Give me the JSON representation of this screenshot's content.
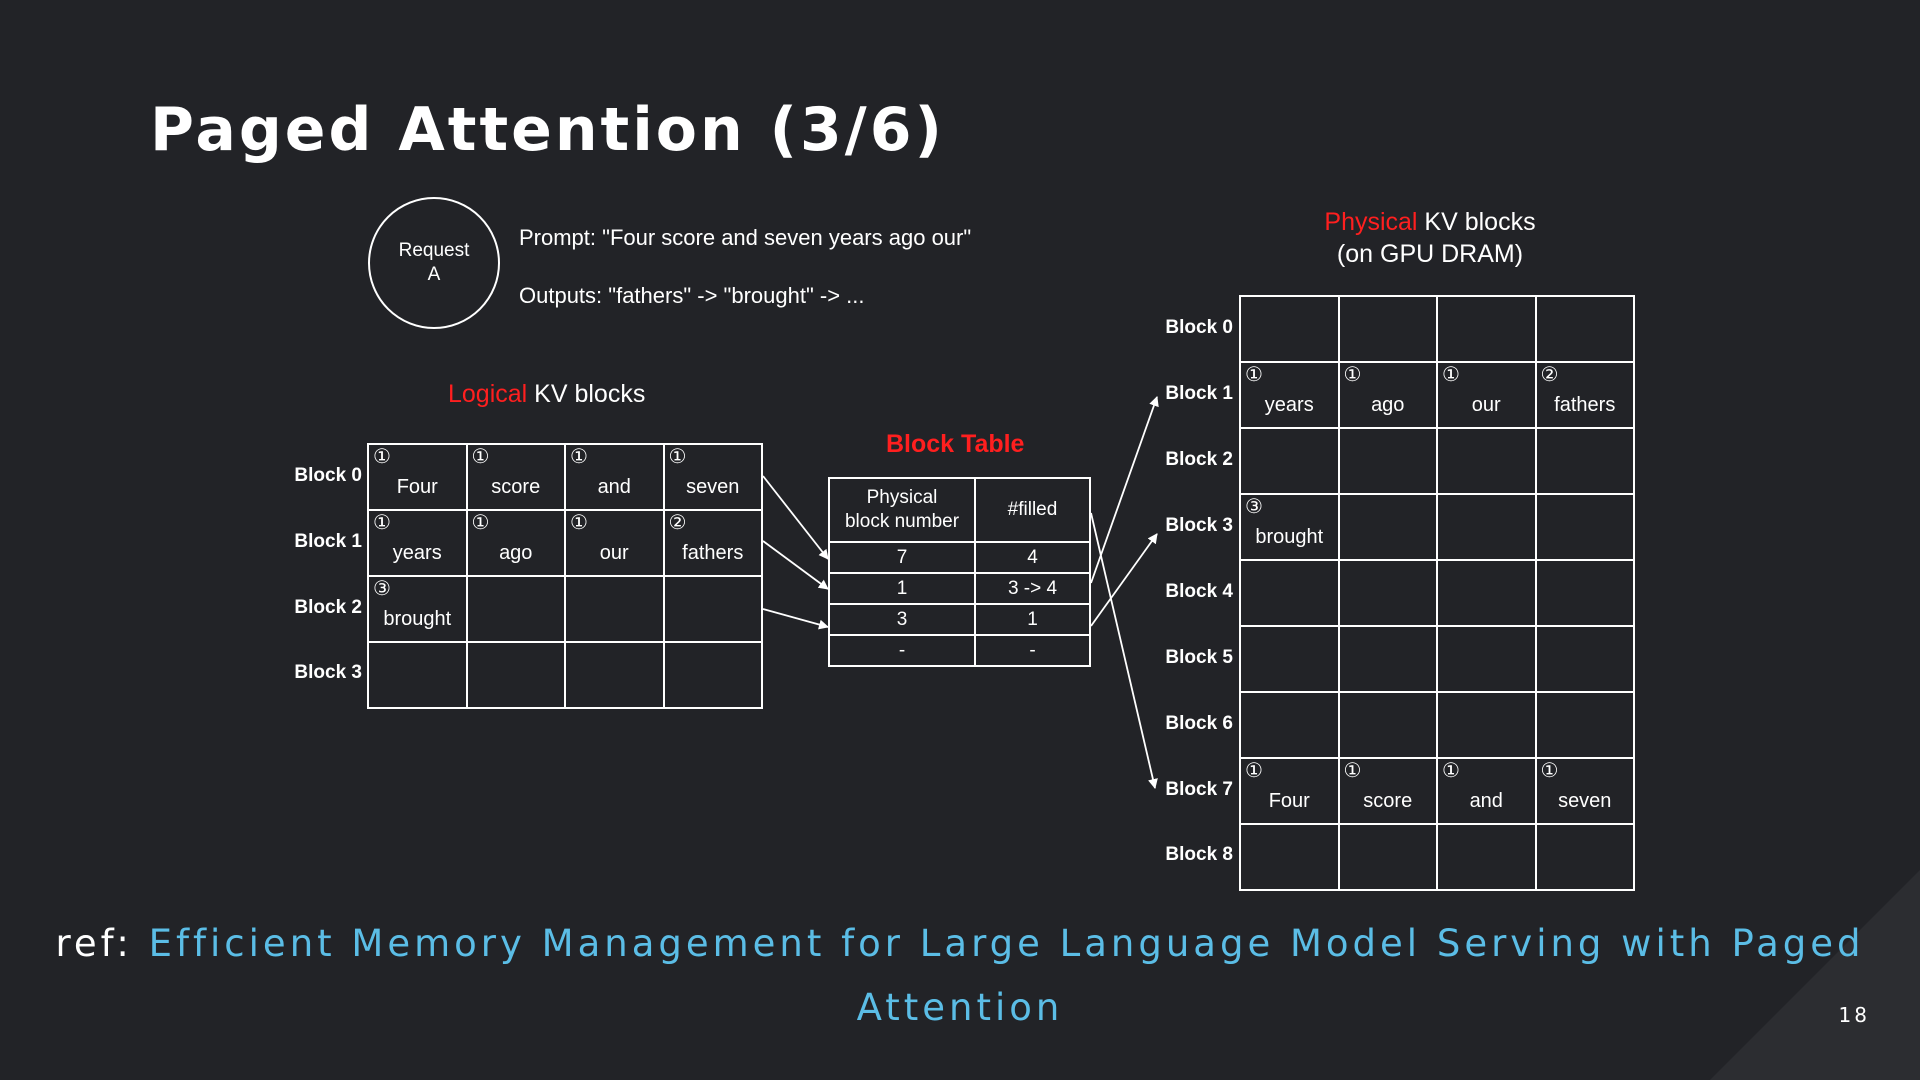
{
  "slide": {
    "title": "Paged Attention (3/6)",
    "page_number": "18",
    "ref_prefix": "ref: ",
    "ref_link_line1": "Efficient Memory Management for Large Language Model Serving with Paged",
    "ref_link_line2": "Attention"
  },
  "request": {
    "label_line1": "Request",
    "label_line2": "A",
    "prompt": "Prompt: \"Four score and seven years ago our\"",
    "outputs": "Outputs: \"fathers\" -> \"brought\" -> ..."
  },
  "logical": {
    "header_highlight": "Logical",
    "header_rest": " KV blocks",
    "block_labels": [
      "Block 0",
      "Block 1",
      "Block 2",
      "Block 3"
    ],
    "rows": [
      [
        {
          "num": "①",
          "word": "Four"
        },
        {
          "num": "①",
          "word": "score"
        },
        {
          "num": "①",
          "word": "and"
        },
        {
          "num": "①",
          "word": "seven"
        }
      ],
      [
        {
          "num": "①",
          "word": "years"
        },
        {
          "num": "①",
          "word": "ago"
        },
        {
          "num": "①",
          "word": "our"
        },
        {
          "num": "②",
          "word": "fathers"
        }
      ],
      [
        {
          "num": "③",
          "word": "brought"
        },
        {
          "num": "",
          "word": ""
        },
        {
          "num": "",
          "word": ""
        },
        {
          "num": "",
          "word": ""
        }
      ],
      [
        {
          "num": "",
          "word": ""
        },
        {
          "num": "",
          "word": ""
        },
        {
          "num": "",
          "word": ""
        },
        {
          "num": "",
          "word": ""
        }
      ]
    ]
  },
  "block_table": {
    "title": "Block Table",
    "col1_header_line1": "Physical",
    "col1_header_line2": "block number",
    "col2_header": "#filled",
    "rows": [
      {
        "physical": "7",
        "filled": "4"
      },
      {
        "physical": "1",
        "filled": "3 -> 4"
      },
      {
        "physical": "3",
        "filled": "1"
      },
      {
        "physical": "-",
        "filled": "-"
      }
    ]
  },
  "physical": {
    "header_highlight": "Physical",
    "header_rest": " KV blocks",
    "header_line2": "(on GPU DRAM)",
    "block_labels": [
      "Block 0",
      "Block 1",
      "Block 2",
      "Block 3",
      "Block 4",
      "Block 5",
      "Block 6",
      "Block 7",
      "Block 8"
    ],
    "rows": [
      [
        {
          "num": "",
          "word": ""
        },
        {
          "num": "",
          "word": ""
        },
        {
          "num": "",
          "word": ""
        },
        {
          "num": "",
          "word": ""
        }
      ],
      [
        {
          "num": "①",
          "word": "years"
        },
        {
          "num": "①",
          "word": "ago"
        },
        {
          "num": "①",
          "word": "our"
        },
        {
          "num": "②",
          "word": "fathers"
        }
      ],
      [
        {
          "num": "",
          "word": ""
        },
        {
          "num": "",
          "word": ""
        },
        {
          "num": "",
          "word": ""
        },
        {
          "num": "",
          "word": ""
        }
      ],
      [
        {
          "num": "③",
          "word": "brought"
        },
        {
          "num": "",
          "word": ""
        },
        {
          "num": "",
          "word": ""
        },
        {
          "num": "",
          "word": ""
        }
      ],
      [
        {
          "num": "",
          "word": ""
        },
        {
          "num": "",
          "word": ""
        },
        {
          "num": "",
          "word": ""
        },
        {
          "num": "",
          "word": ""
        }
      ],
      [
        {
          "num": "",
          "word": ""
        },
        {
          "num": "",
          "word": ""
        },
        {
          "num": "",
          "word": ""
        },
        {
          "num": "",
          "word": ""
        }
      ],
      [
        {
          "num": "",
          "word": ""
        },
        {
          "num": "",
          "word": ""
        },
        {
          "num": "",
          "word": ""
        },
        {
          "num": "",
          "word": ""
        }
      ],
      [
        {
          "num": "①",
          "word": "Four"
        },
        {
          "num": "①",
          "word": "score"
        },
        {
          "num": "①",
          "word": "and"
        },
        {
          "num": "①",
          "word": "seven"
        }
      ],
      [
        {
          "num": "",
          "word": ""
        },
        {
          "num": "",
          "word": ""
        },
        {
          "num": "",
          "word": ""
        },
        {
          "num": "",
          "word": ""
        }
      ]
    ]
  }
}
